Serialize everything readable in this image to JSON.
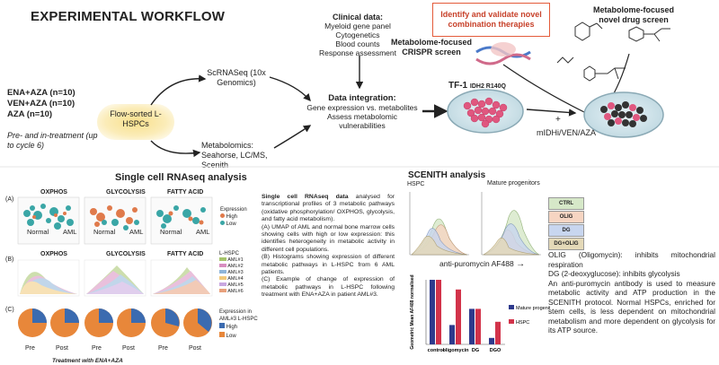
{
  "title": "EXPERIMENTAL WORKFLOW",
  "cohorts": [
    "ENA+AZA (n=10)",
    "VEN+AZA (n=10)",
    "AZA (n=10)"
  ],
  "timing": "Pre- and in-treatment (up to cycle 6)",
  "sorted_cells": "Flow-sorted L-HSPCs",
  "scrnaseq": "ScRNASeq (10x Genomics)",
  "metabolomics": "Metabolomics: Seahorse, LC/MS, Scenith",
  "clinical": {
    "title": "Clinical data:",
    "items": [
      "Myeloid gene panel",
      "Cytogenetics",
      "Blood counts",
      "Response assessment"
    ]
  },
  "integration": {
    "title": "Data integration:",
    "items": [
      "Gene expression vs. metabolites",
      "Assess metabolomic vulnerabilities"
    ]
  },
  "validate_box": "Identify and validate novel combination therapies",
  "crispr": "Metabolome-focused CRISPR screen",
  "drug_screen": "Metabolome-focused novel drug screen",
  "cell_line": "TF-1",
  "mutations": "IDH2 R140Q",
  "plus": "+",
  "drugs": "mIDHi/VEN/AZA",
  "single_cell": {
    "title": "Single cell RNAseq analysis",
    "panels": [
      "OXPHOS",
      "GLYCOLYSIS",
      "FATTY ACID"
    ],
    "row_labels": [
      "(A)",
      "(B)",
      "(C)"
    ],
    "umap_labels": [
      "Normal",
      "AML"
    ],
    "expression_legend": {
      "title": "Expression",
      "items": [
        "High",
        "Low"
      ],
      "colors": [
        "#e07a4b",
        "#3aa6a6"
      ]
    },
    "lhspc_legend": {
      "title": "L-HSPC",
      "items": [
        "AML#1",
        "AML#2",
        "AML#3",
        "AML#4",
        "AML#5",
        "AML#6"
      ],
      "colors": [
        "#a6c46b",
        "#d88ec0",
        "#8fb5d9",
        "#f2c97a",
        "#c8a7e0",
        "#e8a07c"
      ]
    },
    "pie_legend": {
      "title": "Expression in AML#3 L-HSPC",
      "items": [
        "High",
        "Low"
      ],
      "colors": [
        "#3b6bb0",
        "#e8873a"
      ]
    },
    "pie_labels": [
      "Pre",
      "Post"
    ],
    "treatment_caption": "Treatment with ENA+AZA",
    "description": [
      "Single cell RNAseq data analysed for transcriptional profiles of 3 metabolic pathways (oxidative phosphorylation/ OXPHOS, glycolysis, and fatty acid metabolism).",
      "(A) UMAP of AML and normal bone marrow cells showing cells with high or low expression: this identifies heterogeneity in metabolic activity in different cell populations.",
      "(B) Histograms showing expression of different metabolic pathways in L-HSPC from 6 AML patients.",
      "(C) Example of change of expression of metabolic pathways in L-HSPC following treatment with ENA+AZA in patient AML#3."
    ],
    "description_lead": "Single cell RNAseq data"
  },
  "scenith": {
    "title": "SCENITH analysis",
    "hspc_label": "HSPC",
    "mature_label": "Mature progenitors",
    "legend": [
      {
        "label": "CTRL",
        "color": "#d6e8c8"
      },
      {
        "label": "OLIG",
        "color": "#f6d5c2"
      },
      {
        "label": "DG",
        "color": "#c8d6ef"
      },
      {
        "label": "DG+OLIG",
        "color": "#e4d9b8"
      }
    ],
    "xaxis": "anti-puromycin AF488",
    "bar_chart": {
      "ylabel": "Geometric Mean AF488 normalised",
      "categories": [
        "control",
        "oligomycin",
        "DG",
        "DGO"
      ],
      "series": [
        {
          "name": "Mature progenitors",
          "color": "#2e3a8c",
          "values": [
            1.0,
            0.3,
            0.55,
            0.1
          ]
        },
        {
          "name": "HSPC",
          "color": "#d2334a",
          "values": [
            1.0,
            0.85,
            0.55,
            0.35
          ]
        }
      ]
    }
  },
  "notes": [
    "OLIG (Oligomycin): inhibits mitochondrial respiration",
    "DG (2-deoxyglucose): inhibits glycolysis",
    "An anti-puromycin antibody is used to measure metabolic activity and ATP production in the SCENITH protocol. Normal HSPCs, enriched for stem cells, is less dependent on mitochondrial metabolism and more dependent on glycolysis for its ATP source."
  ]
}
